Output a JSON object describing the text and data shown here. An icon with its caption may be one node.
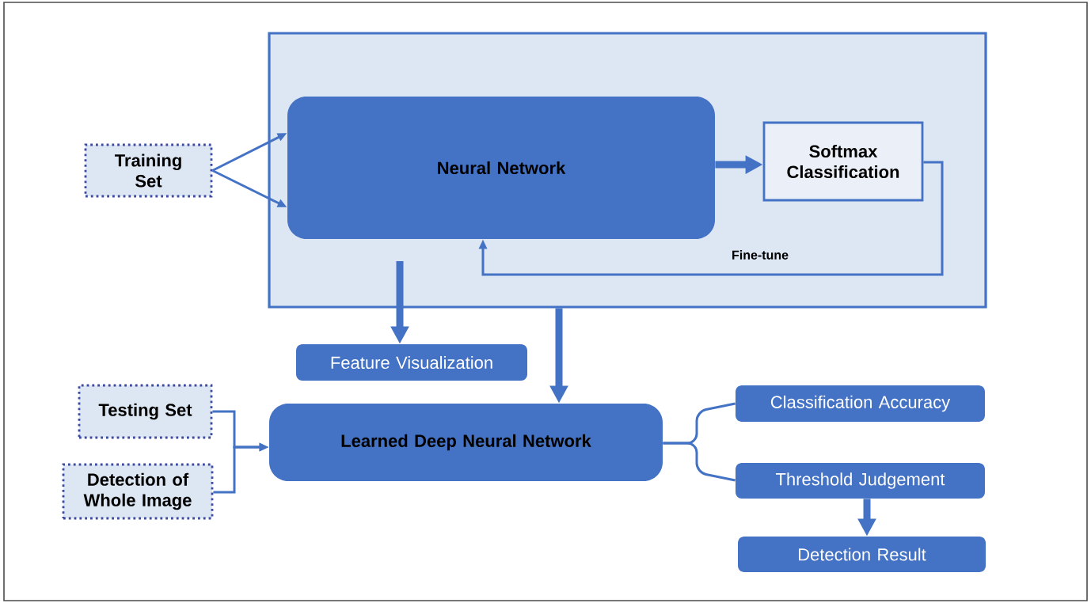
{
  "diagram": {
    "nodes": [
      {
        "text": [],
        "shape": "box"
      },
      {
        "text": [
          "Training Set"
        ]
      },
      {
        "text": [
          "Neural Network"
        ],
        "in": 0
      },
      {
        "text": [
          "Softmax Classification"
        ],
        "in": 0
      },
      {
        "text": [
          "Feature Visualization"
        ]
      },
      {
        "text": [
          "Testing Set"
        ]
      },
      {
        "text": [
          "Detection of Whole Image"
        ]
      },
      {
        "text": [
          "Learned Deep Neural Network"
        ]
      },
      {
        "text": [
          "Classification Accuracy"
        ]
      },
      {
        "text": [
          "Threshold Judgement"
        ]
      },
      {
        "text": [
          "Detection Result"
        ]
      }
    ],
    "edges": [
      {
        "from": 1,
        "to": 2,
        "arrow": "to"
      },
      {
        "from": 1,
        "to": 2,
        "arrow": "to"
      },
      {
        "from": 2,
        "to": 3,
        "arrow": "to",
        "style": "thick"
      },
      {
        "from": 3,
        "to": 2,
        "arrow": "to",
        "label": "Fine-tune"
      },
      {
        "from": 2,
        "to": 4,
        "arrow": "to",
        "style": "thick"
      },
      {
        "from": 0,
        "to": 7,
        "arrow": "to",
        "style": "thick"
      },
      {
        "from": 5,
        "to": 7,
        "arrow": "to"
      },
      {
        "from": 6,
        "to": 7,
        "arrow": "to"
      },
      {
        "from": 7,
        "to": 8,
        "arrow": "none"
      },
      {
        "from": 7,
        "to": 9,
        "arrow": "none"
      },
      {
        "from": 9,
        "to": 10,
        "arrow": "to",
        "style": "thick"
      }
    ]
  }
}
